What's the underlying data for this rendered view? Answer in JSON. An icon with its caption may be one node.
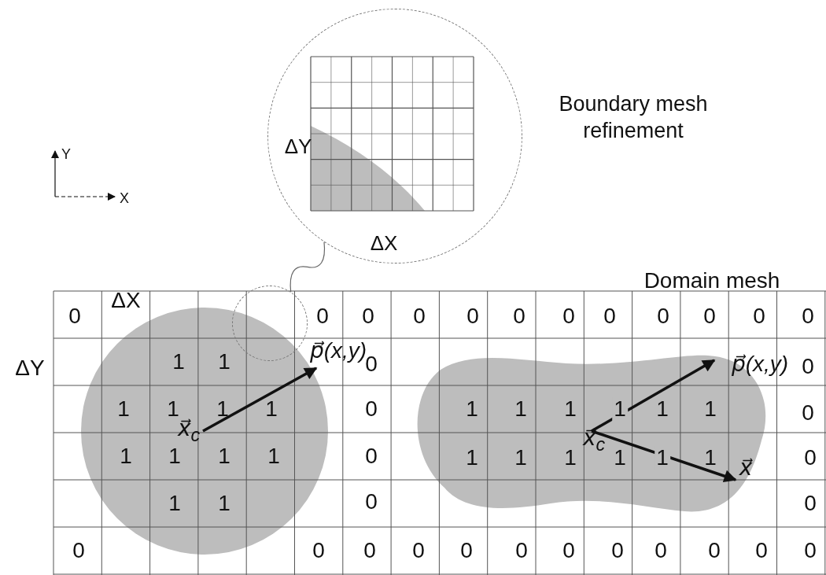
{
  "diagram": {
    "nodes": [
      {
        "text": [
          "ΔY",
          "ΔX"
        ],
        "beside": [
          "Boundary mesh refinement"
        ]
      },
      {
        "text": [],
        "shape": "circle"
      }
    ],
    "edges": [
      {
        "from": 1,
        "to": 0,
        "arrow": "none"
      }
    ],
    "labels": [
      "Y",
      "X",
      "Domain mesh",
      "ΔX",
      "0",
      "0",
      "0",
      "0",
      "0",
      "0",
      "0",
      "0",
      "0",
      "0",
      "0",
      "0",
      "ΔY",
      "1",
      "1",
      "p⃗(x,y)",
      "0",
      "p⃗(x,y)",
      "0",
      "1",
      "1",
      "1",
      "1",
      "0",
      "1",
      "1",
      "1",
      "1",
      "1",
      "1",
      "0",
      "x⃗$_{c}$",
      "x⃗$_{c}$",
      "1",
      "1",
      "1",
      "1",
      "0",
      "1",
      "1",
      "1",
      "1",
      "1",
      "1",
      "x⃗",
      "0",
      "1",
      "1",
      "0",
      "0",
      "0",
      "0",
      "0",
      "0",
      "0",
      "0",
      "0",
      "0",
      "0",
      "0",
      "0",
      "0"
    ]
  }
}
